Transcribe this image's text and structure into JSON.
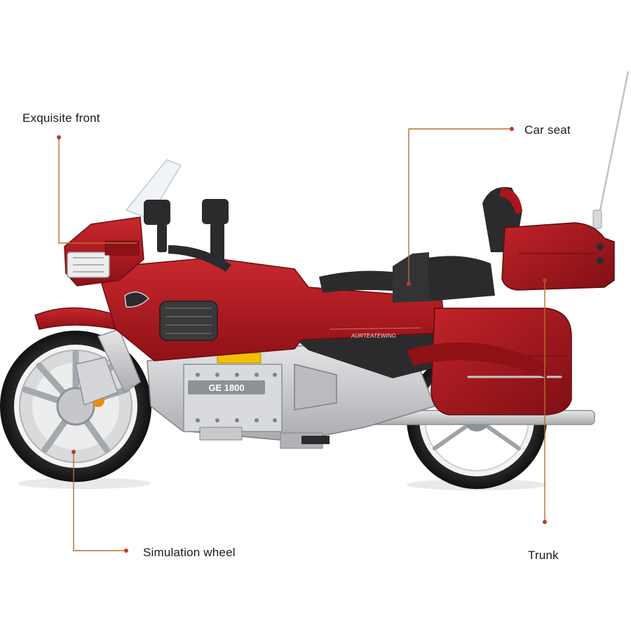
{
  "callouts": {
    "front": "Exquisite front",
    "seat": "Car seat",
    "wheel": "Simulation wheel",
    "trunk": "Trunk"
  },
  "model": {
    "engine_badge": "GE 1800",
    "side_badge": "AURTEATEWING"
  },
  "colors": {
    "body_red": "#a8161c",
    "body_red_dark": "#7a0e12",
    "body_red_light": "#c9282e",
    "silver": "#c7c9cc",
    "dark_grey": "#2b2b2d",
    "callout_line": "#b5702e",
    "callout_dot": "#c0392b",
    "accent_yellow": "#f2c000",
    "accent_orange": "#f08a00"
  }
}
